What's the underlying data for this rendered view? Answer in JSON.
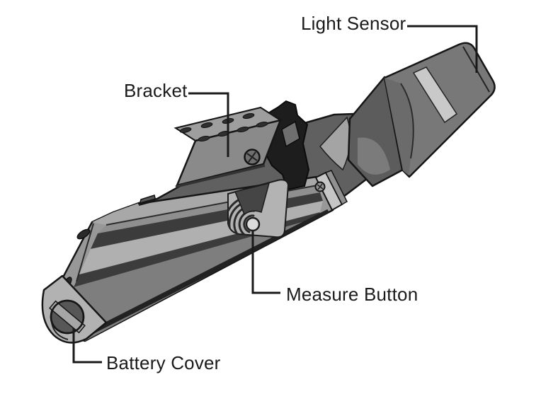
{
  "diagram": {
    "background_color": "#ffffff",
    "outline_color": "#1a1a1a",
    "labels": {
      "light_sensor": "Light Sensor",
      "bracket": "Bracket",
      "measure_button": "Measure Button",
      "battery_cover": "Battery Cover"
    },
    "device": {
      "type": "handheld light-meter, isometric line illustration",
      "colors": {
        "body": "#989898",
        "body_top": "#a8a8a8",
        "body_light_band": "#b0b0b0",
        "groove": "#3c3c3c",
        "upper_housing": "#606060",
        "sensor_head": "#787878",
        "sensor_head_ring": "#c9c9c9",
        "neck": "#5c5c5c",
        "clamp": "#1d1d1d",
        "bracket": "#8a8a8a",
        "bracket_top": "#9e9e9e",
        "button": "#dcdcdc",
        "battery_cap": "#b2b2b2",
        "battery_screw": "#575757"
      }
    }
  }
}
